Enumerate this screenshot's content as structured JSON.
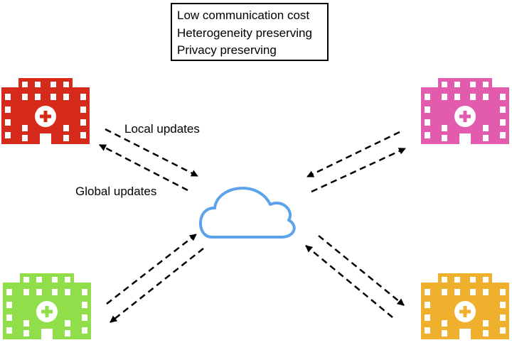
{
  "properties": [
    "Low communication cost",
    "Heterogeneity preserving",
    "Privacy preserving"
  ],
  "labels": {
    "local_updates": "Local updates",
    "global_updates": "Global updates"
  },
  "server": {
    "icon": "cloud-icon",
    "color": "#5da3ec"
  },
  "hospitals": [
    {
      "id": "top-left",
      "color": "#d62b1a",
      "icon": "hospital-icon"
    },
    {
      "id": "top-right",
      "color": "#e25bac",
      "icon": "hospital-icon"
    },
    {
      "id": "bottom-left",
      "color": "#8fde4a",
      "icon": "hospital-icon"
    },
    {
      "id": "bottom-right",
      "color": "#efb12d",
      "icon": "hospital-icon"
    }
  ],
  "arrow_style": {
    "color": "#000000",
    "dashed": true
  }
}
